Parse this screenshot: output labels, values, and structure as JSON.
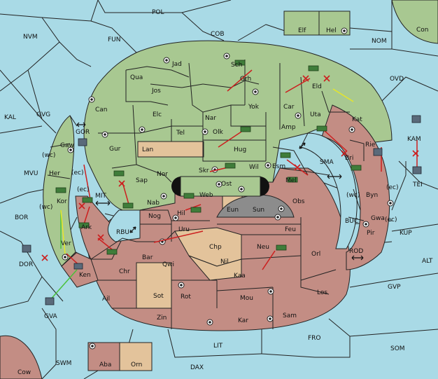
{
  "map": {
    "seas": [
      {
        "id": "pol",
        "label": "POL"
      },
      {
        "id": "nvm",
        "label": "NVM"
      },
      {
        "id": "fun",
        "label": "FUN"
      },
      {
        "id": "cob",
        "label": "COB"
      },
      {
        "id": "nom",
        "label": "NOM"
      },
      {
        "id": "con",
        "label": "Con"
      },
      {
        "id": "ovd",
        "label": "OVD"
      },
      {
        "id": "kal",
        "label": "KAL"
      },
      {
        "id": "gvg",
        "label": "GVG"
      },
      {
        "id": "mvu",
        "label": "MVU"
      },
      {
        "id": "bor",
        "label": "BOR"
      },
      {
        "id": "kam",
        "label": "KAM"
      },
      {
        "id": "tei",
        "label": "TEI"
      },
      {
        "id": "kup",
        "label": "KUP"
      },
      {
        "id": "alt",
        "label": "ALT"
      },
      {
        "id": "gvp",
        "label": "GVP"
      },
      {
        "id": "buc",
        "label": "BUC"
      },
      {
        "id": "rod",
        "label": "ROD"
      },
      {
        "id": "sma",
        "label": "SMA"
      },
      {
        "id": "mit",
        "label": "MIT"
      },
      {
        "id": "rbu",
        "label": "RBU"
      },
      {
        "id": "gor",
        "label": "GOR"
      },
      {
        "id": "dor",
        "label": "DOR"
      },
      {
        "id": "gva",
        "label": "GVA"
      },
      {
        "id": "fro",
        "label": "FRO"
      },
      {
        "id": "som",
        "label": "SOM"
      },
      {
        "id": "lit",
        "label": "LIT"
      },
      {
        "id": "dax",
        "label": "DAX"
      },
      {
        "id": "swm",
        "label": "SWM"
      },
      {
        "id": "cow",
        "label": "Cow"
      }
    ],
    "provinces": [
      {
        "id": "jad",
        "label": "Jad"
      },
      {
        "id": "qua",
        "label": "Qua"
      },
      {
        "id": "jos",
        "label": "Jos"
      },
      {
        "id": "sch",
        "label": "Sch"
      },
      {
        "id": "grh",
        "label": "Grh"
      },
      {
        "id": "eld",
        "label": "Eld"
      },
      {
        "id": "can",
        "label": "Can"
      },
      {
        "id": "elc",
        "label": "Elc"
      },
      {
        "id": "nar",
        "label": "Nar"
      },
      {
        "id": "yok",
        "label": "Yok"
      },
      {
        "id": "car",
        "label": "Car"
      },
      {
        "id": "uta",
        "label": "Uta"
      },
      {
        "id": "kat",
        "label": "Kat"
      },
      {
        "id": "tel",
        "label": "Tel"
      },
      {
        "id": "olk",
        "label": "Olk"
      },
      {
        "id": "amp",
        "label": "Amp"
      },
      {
        "id": "gur",
        "label": "Gur"
      },
      {
        "id": "lan",
        "label": "Lan"
      },
      {
        "id": "hug",
        "label": "Hug"
      },
      {
        "id": "nor",
        "label": "Nor"
      },
      {
        "id": "sap",
        "label": "Sap"
      },
      {
        "id": "skr",
        "label": "Skr"
      },
      {
        "id": "wil",
        "label": "Wil"
      },
      {
        "id": "esm",
        "label": "Esm"
      },
      {
        "id": "bri",
        "label": "Bri"
      },
      {
        "id": "rie",
        "label": "Rie"
      },
      {
        "id": "ost",
        "label": "Ost"
      },
      {
        "id": "web",
        "label": "Web"
      },
      {
        "id": "mel",
        "label": "Mel"
      },
      {
        "id": "nab",
        "label": "Nab"
      },
      {
        "id": "hil",
        "label": "Hil"
      },
      {
        "id": "eun",
        "label": "Eun"
      },
      {
        "id": "sun",
        "label": "Sun"
      },
      {
        "id": "obs",
        "label": "Obs"
      },
      {
        "id": "byn",
        "label": "Byn"
      },
      {
        "id": "gwa",
        "label": "Gwa"
      },
      {
        "id": "pir",
        "label": "Pir"
      },
      {
        "id": "nog",
        "label": "Nog"
      },
      {
        "id": "uru",
        "label": "Uru"
      },
      {
        "id": "feu",
        "label": "Feu"
      },
      {
        "id": "chp",
        "label": "Chp"
      },
      {
        "id": "neu",
        "label": "Neu"
      },
      {
        "id": "orl",
        "label": "Orl"
      },
      {
        "id": "bar",
        "label": "Bar"
      },
      {
        "id": "qwi",
        "label": "Qwi"
      },
      {
        "id": "nil",
        "label": "Nil"
      },
      {
        "id": "kaa",
        "label": "Kaa"
      },
      {
        "id": "chr",
        "label": "Chr"
      },
      {
        "id": "sot",
        "label": "Sot"
      },
      {
        "id": "rot",
        "label": "Rot"
      },
      {
        "id": "mou",
        "label": "Mou"
      },
      {
        "id": "los",
        "label": "Los"
      },
      {
        "id": "ail",
        "label": "Ail"
      },
      {
        "id": "zin",
        "label": "Zin"
      },
      {
        "id": "kar",
        "label": "Kar"
      },
      {
        "id": "sam",
        "label": "Sam"
      },
      {
        "id": "ken",
        "label": "Ken"
      },
      {
        "id": "ver",
        "label": "Ver"
      },
      {
        "id": "kor",
        "label": "Kor"
      },
      {
        "id": "her",
        "label": "Her"
      },
      {
        "id": "gaw",
        "label": "Gaw"
      },
      {
        "id": "ark",
        "label": "Ark"
      },
      {
        "id": "elf",
        "label": "Elf"
      },
      {
        "id": "hel",
        "label": "Hel"
      },
      {
        "id": "aba",
        "label": "Aba"
      },
      {
        "id": "orn",
        "label": "Orn"
      }
    ],
    "coast_tags": [
      {
        "id": "gaw-wc",
        "label": "(wc)"
      },
      {
        "id": "her-ec",
        "label": "(ec)"
      },
      {
        "id": "kor-ec",
        "label": "(ec)"
      },
      {
        "id": "kor-wc",
        "label": "(wc)"
      },
      {
        "id": "byn-wc",
        "label": "(wc)"
      },
      {
        "id": "byn-ec",
        "label": "(ec)"
      },
      {
        "id": "gwa-ec",
        "label": "(ec)"
      }
    ],
    "colors": {
      "sea": "#a9dae6",
      "green_power": "#a8c891",
      "red_power": "#c38d84",
      "neutral": "#e3c39b",
      "impassable": "#8c8c8c",
      "order_move": "#cc1f1f",
      "order_support": "#e6e62a",
      "order_convoy": "#4ac13a"
    },
    "unit_types": {
      "army": "tank-icon",
      "fleet": "ship-icon"
    }
  }
}
